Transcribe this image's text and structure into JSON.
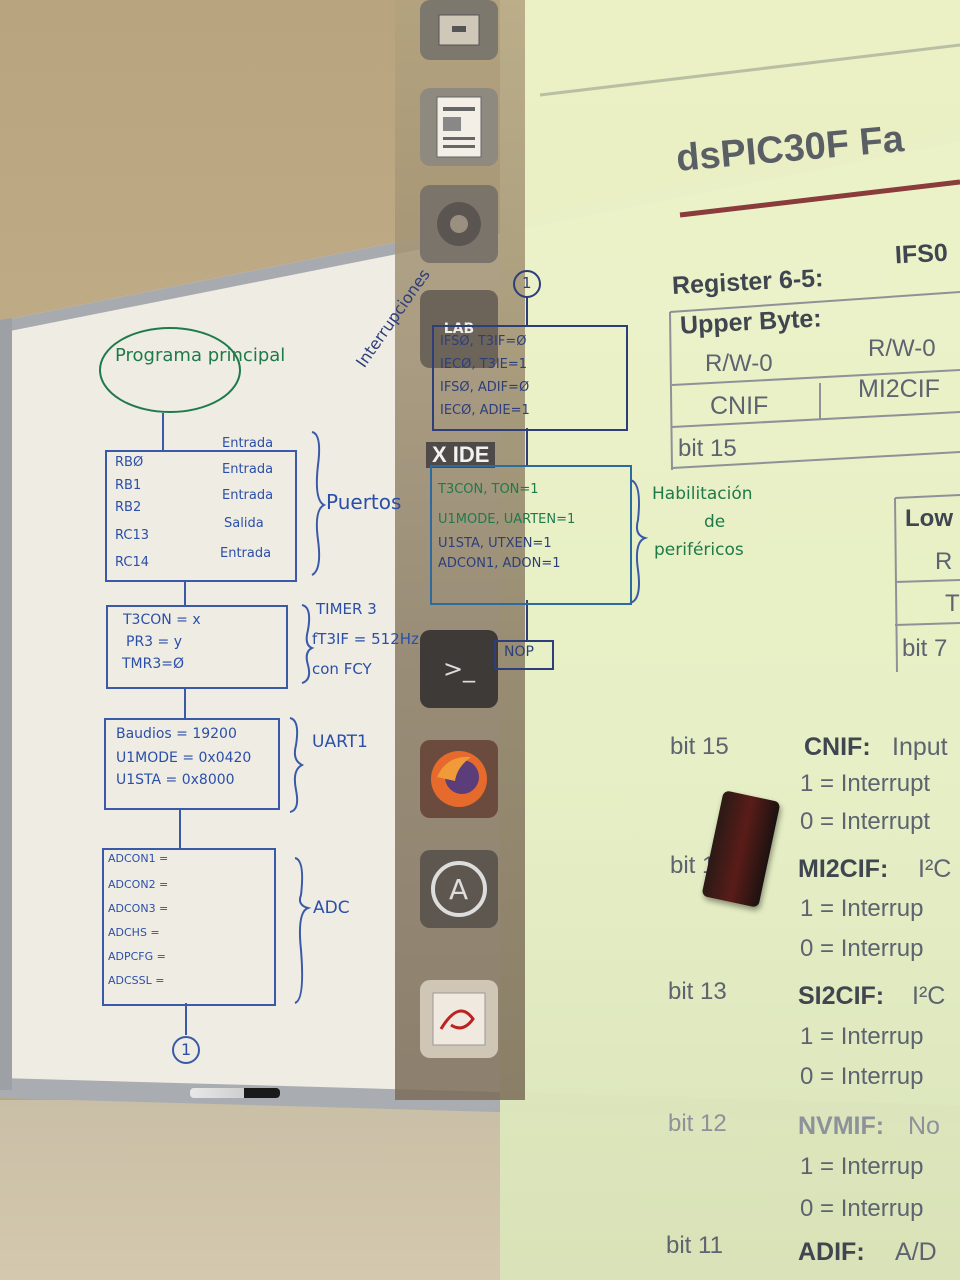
{
  "board": {
    "main_oval": "Programa principal",
    "ports": {
      "rows": [
        {
          "pin": "RBØ",
          "dir": "Entrada"
        },
        {
          "pin": "RB1",
          "dir": "Entrada"
        },
        {
          "pin": "RB2",
          "dir": "Entrada"
        },
        {
          "pin": "RC13",
          "dir": "Salida"
        },
        {
          "pin": "RC14",
          "dir": "Entrada"
        }
      ],
      "label": "Puertos"
    },
    "timer": {
      "lines": [
        "T3CON = x",
        "PR3 = y",
        "TMR3=Ø"
      ],
      "label_1": "TIMER 3",
      "label_2": "fT3IF = 512Hz",
      "label_3": "con FCY"
    },
    "uart": {
      "lines": [
        "Baudios = 19200",
        "U1MODE = 0x0420",
        "U1STA = 0x8000"
      ],
      "label": "UART1"
    },
    "adc": {
      "lines": [
        "ADCON1 =",
        "ADCON2 =",
        "ADCON3 =",
        "ADCHS =",
        "ADPCFG =",
        "ADCSSL ="
      ],
      "label": "ADC"
    },
    "connector_bottom": "1",
    "connector_top": "1",
    "interrupts": {
      "side": "Interrupciones",
      "lines": [
        "IFSØ, T3IF=Ø",
        "IECØ, T3IE=1",
        "IFSØ, ADIF=Ø",
        "IECØ, ADIE=1"
      ]
    },
    "peripherals": {
      "lines": [
        "T3CON, TON=1",
        "U1MODE, UARTEN=1",
        "U1STA, UTXEN=1",
        "ADCON1, ADON=1"
      ],
      "label_1": "Habilitación",
      "label_2": "de",
      "label_3": "periféricos"
    },
    "nop": "NOP"
  },
  "dock": {
    "ide_badge_1": "LAB",
    "ide_badge_2": "X IDE",
    "terminal": ">_"
  },
  "projection": {
    "title": "dsPIC30F Fa",
    "register_label": "Register 6-5:",
    "register_name": "IFS0",
    "upper_byte": "Upper Byte:",
    "rw_1": "R/W-0",
    "rw_2": "R/W-0",
    "cnif": "CNIF",
    "mi2cif": "MI2CIF",
    "bit15": "bit 15",
    "lower": "Low",
    "lower_r": "R",
    "lower_t": "T",
    "bit7": "bit 7",
    "desc": [
      {
        "bit": "bit 15",
        "name": "CNIF:",
        "rest": "Input",
        "one": "1 = Interrupt",
        "zero": "0 = Interrupt"
      },
      {
        "bit": "bit 1",
        "name": "MI2CIF:",
        "rest": "I²C",
        "one": "1 = Interrup",
        "zero": "0 = Interrup"
      },
      {
        "bit": "bit 13",
        "name": "SI2CIF:",
        "rest": "I²C",
        "one": "1 = Interrup",
        "zero": "0 = Interrup"
      },
      {
        "bit": "bit 12",
        "name": "NVMIF:",
        "rest": "No",
        "one": "1 = Interrup",
        "zero": "0 = Interrup"
      },
      {
        "bit": "bit 11",
        "name": "ADIF:",
        "rest": "A/D",
        "one": "",
        "zero": ""
      }
    ]
  }
}
